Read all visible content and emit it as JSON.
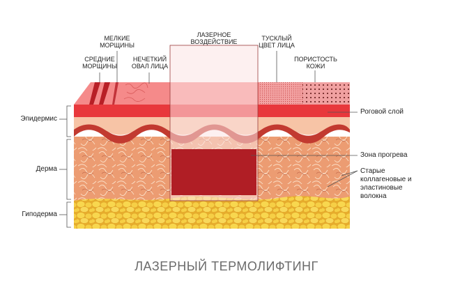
{
  "labels": {
    "fine_wrinkles": "МЕЛКИЕ\nМОРЩИНЫ",
    "medium_wrinkles": "СРЕДНИЕ\nМОРЩИНЫ",
    "unclear_oval": "НЕЧЕТКИЙ\nОВАЛ ЛИЦА",
    "laser_effect": "ЛАЗЕРНОЕ\nВОЗДЕЙСТВИЕ",
    "dull_complexion": "ТУСКЛЫЙ\nЦВЕТ ЛИЦА",
    "skin_porosity": "ПОРИСТОСТЬ\nКОЖИ",
    "epidermis": "Эпидермис",
    "dermis": "Дерма",
    "hypodermis": "Гиподерма",
    "stratum_corneum": "Роговой слой",
    "heating_zone": "Зона прогрева",
    "old_fibers": "Старые\nколлагеновые и\nэластиновые\nволокна"
  },
  "caption": "ЛАЗЕРНЫЙ ТЕРМОЛИФТИНГ",
  "colors": {
    "stratum": "#e8383c",
    "epidermis_top": "#f58a8a",
    "wave": "#c23a30",
    "dermis": "#e9a07a",
    "fat": "#f5c840",
    "heating_zone": "#b01e25",
    "laser_beam": "#fbe3e3",
    "text": "#222222",
    "caption": "#6b6b6b"
  }
}
